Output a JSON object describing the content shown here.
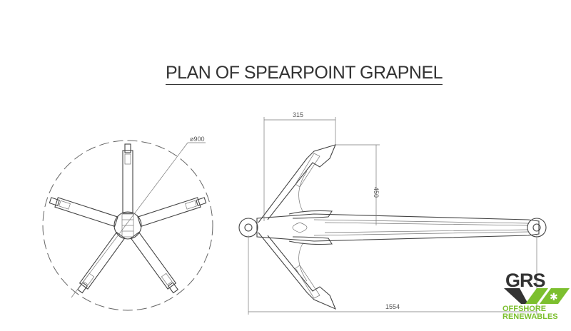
{
  "title": "PLAN OF SPEARPOINT GRAPNEL",
  "dimensions": {
    "diameter": "ø900",
    "fluke_width": "315",
    "fluke_height": "450",
    "overall_length": "1554"
  },
  "logo": {
    "name": "GRS",
    "line1": "OFFSHORE",
    "line2": "RENEWABLES",
    "accent": "#7cbf2e"
  }
}
